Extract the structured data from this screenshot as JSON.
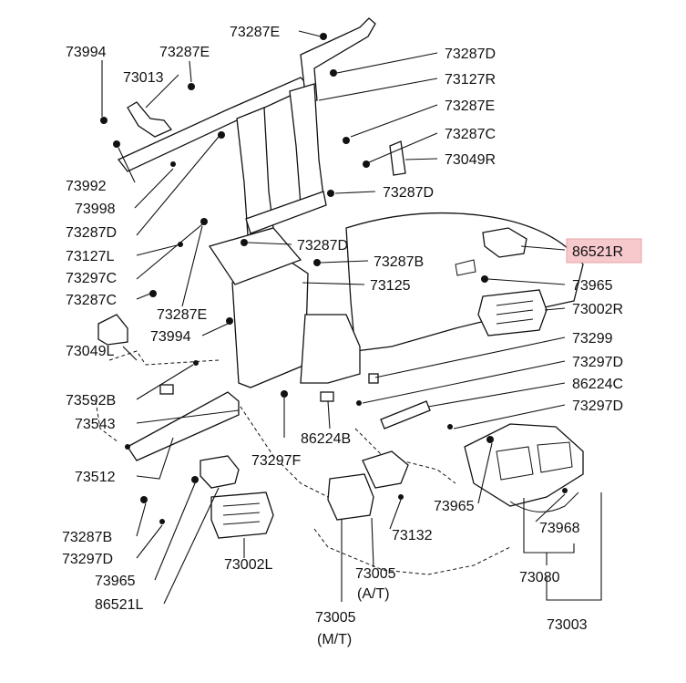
{
  "labels": {
    "p73287E_top": "73287E",
    "p73994_a": "73994",
    "p73287E_b": "73287E",
    "p73013": "73013",
    "p73287D_a": "73287D",
    "p73127R": "73127R",
    "p73287E_c": "73287E",
    "p73287C_a": "73287C",
    "p73049R": "73049R",
    "p73992": "73992",
    "p73287D_b": "73287D",
    "p73998": "73998",
    "p73287D_c": "73287D",
    "p73287D_d": "73287D",
    "p86521R": "86521R",
    "p73127L": "73127L",
    "p73287B_a": "73287B",
    "p73297C": "73297C",
    "p73965_a": "73965",
    "p73125": "73125",
    "p73287C_b": "73287C",
    "p73002R": "73002R",
    "p73287E_d": "73287E",
    "p73049L": "73049L",
    "p73994_b": "73994",
    "p73299": "73299",
    "p73297D_a": "73297D",
    "p86224C": "86224C",
    "p73592B": "73592B",
    "p73297D_b": "73297D",
    "p73543": "73543",
    "p86224B": "86224B",
    "p73297F": "73297F",
    "p73512": "73512",
    "p73965_b": "73965",
    "p73968": "73968",
    "p73287B_b": "73287B",
    "p73132": "73132",
    "p73297D_c": "73297D",
    "p73002L": "73002L",
    "p73080": "73080",
    "p73965_c": "73965",
    "p73005_a": "73005",
    "p73005_a_note": "(A/T)",
    "p86521L": "86521L",
    "p73003": "73003",
    "p73005_b": "73005",
    "p73005_b_note": "(M/T)"
  },
  "colors": {
    "highlight": "#f6c9cc",
    "line": "#111111"
  }
}
